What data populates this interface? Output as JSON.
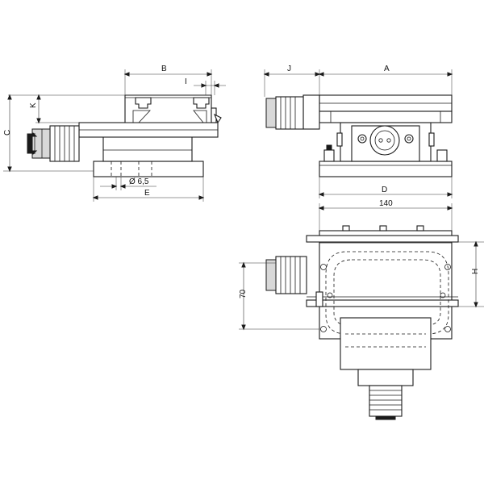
{
  "labels": {
    "A": "A",
    "B": "B",
    "C": "C",
    "D": "D",
    "E": "E",
    "H": "H",
    "I": "I",
    "J": "J",
    "K": "K",
    "hole": "Ø 6,5",
    "dim140": "140",
    "dim70": "70"
  }
}
